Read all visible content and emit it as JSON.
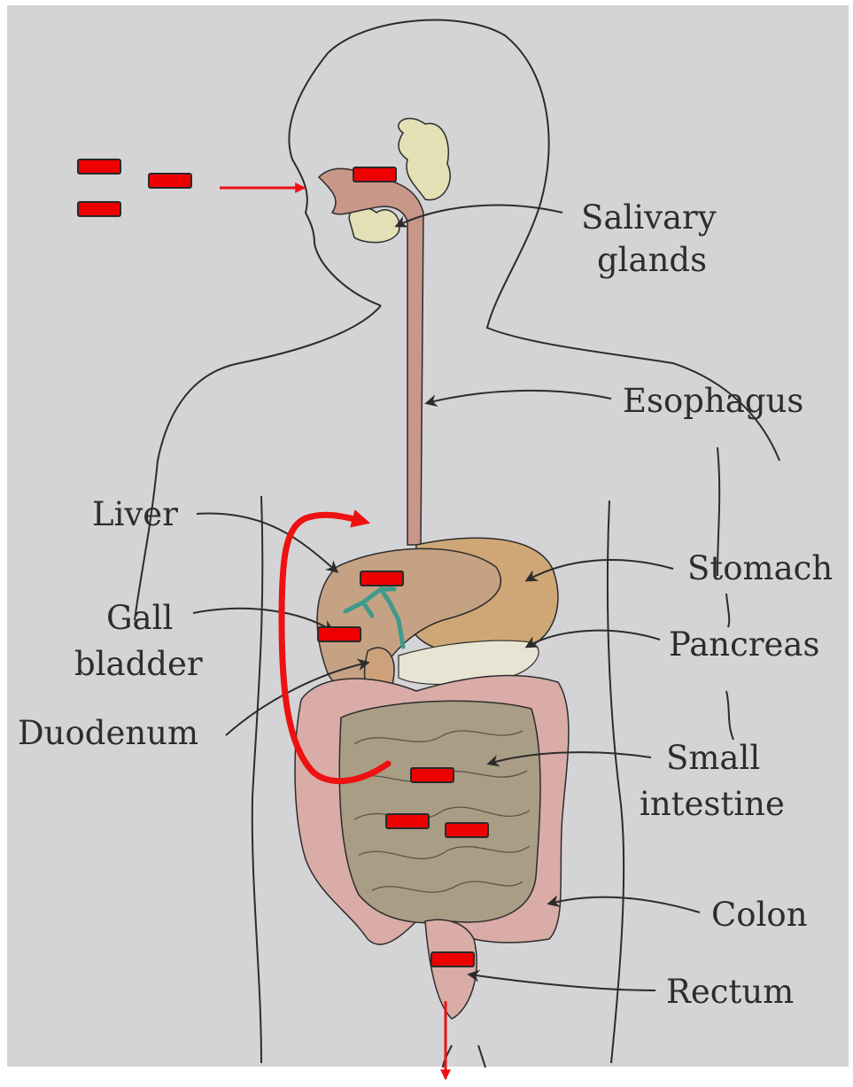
{
  "labels": {
    "salivary_line1": "Salivary",
    "salivary_line2": "glands",
    "esophagus": "Esophagus",
    "liver": "Liver",
    "stomach": "Stomach",
    "gall_line1": "Gall",
    "gall_line2": "bladder",
    "pancreas": "Pancreas",
    "duodenum": "Duodenum",
    "small_line1": "Small",
    "small_line2": "intestine",
    "colon": "Colon",
    "rectum": "Rectum"
  },
  "colors": {
    "background": "#d4d4d6",
    "outline": "#2c2c2c",
    "esophagus": "#c9968a",
    "stomach": "#cfa777",
    "liver": "#c6a284",
    "colon": "#d9aca7",
    "small_intestine": "#a99d85",
    "pancreas": "#e7e4d3",
    "salivary": "#e3e0b6",
    "bile_duct": "#3d9a8c",
    "marker": "#ee0000",
    "arrow": "#ee1111"
  },
  "markers": [
    {
      "id": "m1"
    },
    {
      "id": "m2"
    },
    {
      "id": "m3"
    },
    {
      "id": "m4"
    },
    {
      "id": "m5"
    },
    {
      "id": "m6"
    },
    {
      "id": "m7"
    },
    {
      "id": "m8"
    },
    {
      "id": "m9"
    },
    {
      "id": "m10"
    }
  ]
}
